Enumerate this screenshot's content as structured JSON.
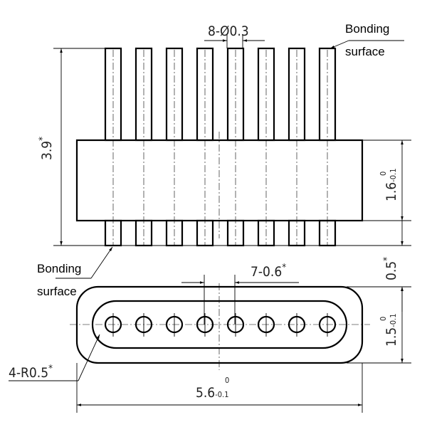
{
  "pin_count": 8,
  "labels": {
    "bonding_top": "Bonding",
    "surface_top": "surface",
    "bonding_bottom": "Bonding",
    "surface_bottom": "surface"
  },
  "dimensions": {
    "pin_diameter": "8-Ø0.3",
    "total_height": "3.9",
    "total_height_mark": "*",
    "body_height": "1.6",
    "body_height_tol_upper": "0",
    "body_height_tol_lower": "-0.1",
    "bottom_pin_length": "0.5",
    "bottom_pin_length_mark": "*",
    "pitch": "7-0.6",
    "pitch_mark": "*",
    "depth": "1.5",
    "depth_tol_upper": "0",
    "depth_tol_lower": "-0.1",
    "corner_radius": "4-R0.5",
    "corner_radius_mark": "*",
    "width": "5.6",
    "width_tol_upper": "0",
    "width_tol_lower": "-0.1"
  },
  "colors": {
    "line": "#000000",
    "background": "#ffffff"
  }
}
